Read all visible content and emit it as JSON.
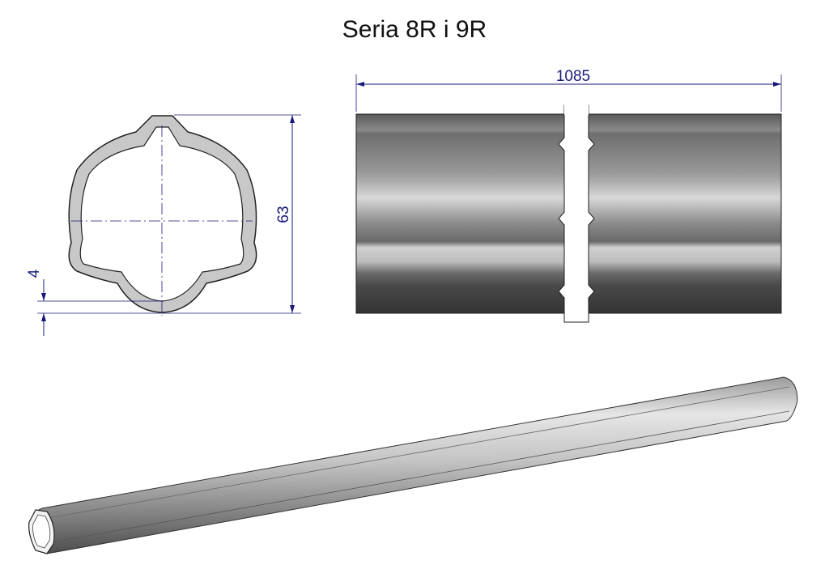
{
  "title": "Seria 8R i 9R",
  "dimensions": {
    "length": "1085",
    "outer_diameter": "63",
    "wall_thickness": "4"
  },
  "colors": {
    "dimension_line": "#1a1a7a",
    "section_fill": "#c8c8c8"
  }
}
